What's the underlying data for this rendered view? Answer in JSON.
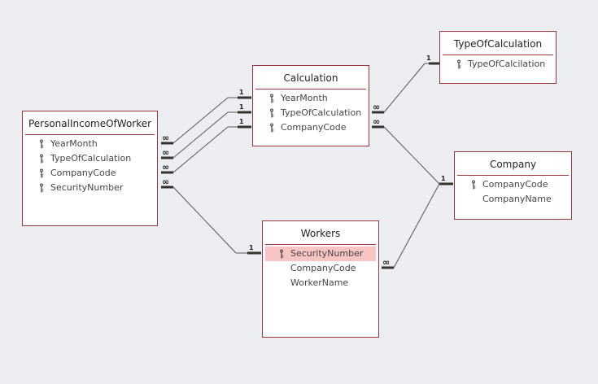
{
  "tables": {
    "personal_income": {
      "title": "PersonalIncomeOfWorker",
      "fields": [
        {
          "name": "YearMonth",
          "key": true
        },
        {
          "name": "TypeOfCalculation",
          "key": true
        },
        {
          "name": "CompanyCode",
          "key": true
        },
        {
          "name": "SecurityNumber",
          "key": true
        }
      ]
    },
    "calculation": {
      "title": "Calculation",
      "fields": [
        {
          "name": "YearMonth",
          "key": true
        },
        {
          "name": "TypeOfCalculation",
          "key": true
        },
        {
          "name": "CompanyCode",
          "key": true
        }
      ]
    },
    "type_of_calculation": {
      "title": "TypeOfCalculation",
      "fields": [
        {
          "name": "TypeOfCalcilation",
          "key": true
        }
      ]
    },
    "company": {
      "title": "Company",
      "fields": [
        {
          "name": "CompanyCode",
          "key": true
        },
        {
          "name": "CompanyName",
          "key": false
        }
      ]
    },
    "workers": {
      "title": "Workers",
      "fields": [
        {
          "name": "SecurityNumber",
          "key": true,
          "selected": true
        },
        {
          "name": "CompanyCode",
          "key": false
        },
        {
          "name": "WorkerName",
          "key": false
        }
      ]
    }
  },
  "relationships": {
    "one_label": "1",
    "many_label": "∞",
    "items": [
      {
        "from": "personal_income.YearMonth",
        "to": "calculation.YearMonth",
        "from_card": "many",
        "to_card": "one"
      },
      {
        "from": "personal_income.TypeOfCalculation",
        "to": "calculation.TypeOfCalculation",
        "from_card": "many",
        "to_card": "one"
      },
      {
        "from": "personal_income.CompanyCode",
        "to": "calculation.CompanyCode",
        "from_card": "many",
        "to_card": "one"
      },
      {
        "from": "personal_income.SecurityNumber",
        "to": "workers.SecurityNumber",
        "from_card": "many",
        "to_card": "one"
      },
      {
        "from": "calculation.TypeOfCalculation",
        "to": "type_of_calculation.TypeOfCalcilation",
        "from_card": "many",
        "to_card": "one"
      },
      {
        "from": "calculation.CompanyCode",
        "to": "company.CompanyCode",
        "from_card": "many",
        "to_card": "one"
      },
      {
        "from": "workers.CompanyCode",
        "to": "company.CompanyCode",
        "from_card": "many",
        "to_card": "one"
      }
    ]
  },
  "colors": {
    "table_border": "#a0343c",
    "background": "#eceef1",
    "selected_field": "#f8c4c4"
  }
}
